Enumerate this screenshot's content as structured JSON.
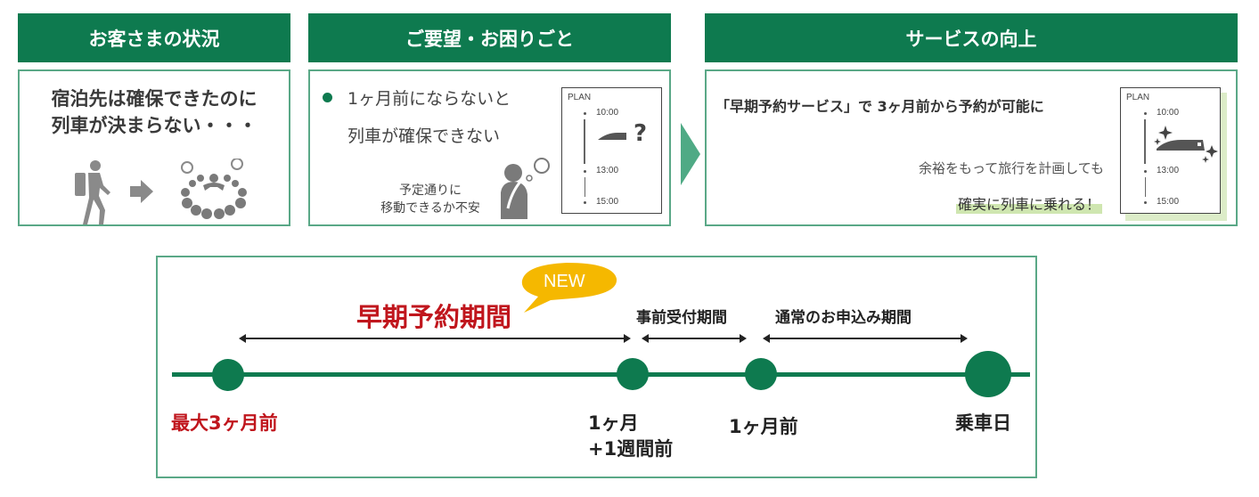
{
  "panels": [
    {
      "header": "お客さまの状況",
      "body_lines": [
        "宿泊先は確保できたのに",
        "列車が決まらない・・・"
      ],
      "icons": [
        "hiker-icon",
        "arrow-right-icon",
        "crowd-icon"
      ]
    },
    {
      "header": "ご要望・お困りごと",
      "bullet_lines": [
        "1ヶ月前にならないと",
        "列車が確保できない"
      ],
      "worry_caption": [
        "予定通りに",
        "移動できるか不安"
      ],
      "plan_card": {
        "label": "PLAN",
        "times": [
          "10:00",
          "13:00",
          "15:00"
        ],
        "mark": "?"
      }
    },
    {
      "header": "サービスの向上",
      "headline": "「早期予約サービス」で 3ヶ月前から予約が可能に",
      "sub_line": "余裕をもって旅行を計画しても",
      "highlight_line": "確実に列車に乗れる！",
      "plan_card": {
        "label": "PLAN",
        "times": [
          "10:00",
          "13:00",
          "15:00"
        ]
      }
    }
  ],
  "timeline": {
    "badge": "NEW",
    "periods": [
      {
        "label": "早期予約期間"
      },
      {
        "label": "事前受付期間"
      },
      {
        "label": "通常のお申込み期間"
      }
    ],
    "milestones": [
      {
        "label": "最大3ヶ月前"
      },
      {
        "label_line1": "1ヶ月",
        "label_line2": "+1週間前"
      },
      {
        "label": "1ヶ月前"
      },
      {
        "label": "乗車日"
      }
    ]
  },
  "colors": {
    "brand_green": "#0e7a4f",
    "border_green": "#5aa887",
    "accent_red": "#c0161d",
    "badge_yellow": "#f5b800",
    "highlight_green": "#cfe6b0"
  }
}
